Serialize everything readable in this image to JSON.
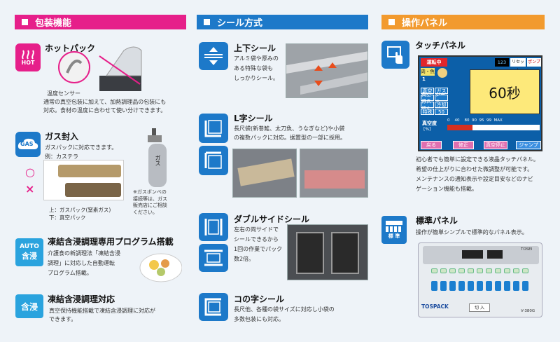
{
  "headers": {
    "packaging": "包装機能",
    "seal": "シール方式",
    "panel": "操作パネル"
  },
  "packaging": {
    "hot": {
      "icon_label": "HOT",
      "title": "ホットパック",
      "caption": "温度センサー",
      "desc1": "通常の真空包装に加えて、加熱調理品の包装にも",
      "desc2": "対応。食材の温度に合わせて使い分けできます。"
    },
    "gas": {
      "icon_label": "GAS",
      "title": "ガス封入",
      "desc1": "ガスパックに対応できます。",
      "desc2": "例：カステラ",
      "cylinder_label": "ガス",
      "note1": "※ガスボンベの",
      "note2": "接続等は、ガス",
      "note3": "販売店にご相談",
      "note4": "ください。",
      "caption1": "上：ガスパック(窒素ガス)",
      "caption2": "下：真空パック",
      "good_mark": "○",
      "bad_mark": "×"
    },
    "auto": {
      "icon_label1": "AUTO",
      "icon_label2": "含浸",
      "title": "凍結含浸調理専用プログラム搭載",
      "desc1": "介護食の新調理法「凍結含浸",
      "desc2": "調理」に対応した自動運転",
      "desc3": "プログラム搭載。"
    },
    "ganshin": {
      "icon_label": "含浸",
      "title": "凍結含浸調理対応",
      "desc1": "真空保持機能搭載で凍結含浸調理に対応が",
      "desc2": "できます。"
    }
  },
  "seal": {
    "updown": {
      "title": "上下シール",
      "desc1": "アルミ袋や厚みの",
      "desc2": "ある特殊な袋も",
      "desc3": "しっかりシール。"
    },
    "l": {
      "title": "L字シール",
      "desc1": "長尺袋(新巻鮭、太刀魚、うなぎなど)や小袋",
      "desc2": "の複数パックに対応。据置型の一部に採用。"
    },
    "double": {
      "title": "ダブルサイドシール",
      "desc1": "左右の両サイドで",
      "desc2": "シールできるから",
      "desc3": "1回の作業でパック",
      "desc4": "数2倍。"
    },
    "ko": {
      "title": "コの字シール",
      "desc1": "長尺他、各種の袋サイズに対応し小袋の",
      "desc2": "多数包装にも対応。"
    }
  },
  "panel": {
    "touch": {
      "title": "タッチパネル",
      "desc1": "初心者でも簡単に設定できる液晶タッチパネル。",
      "desc2": "希望の仕上がりに合わせた微調整が可能です。",
      "desc3": "メンテナンスの通知表示や設定目安などのナビ",
      "desc4": "ゲーション機能も搭載。",
      "screen": {
        "status": "運転中",
        "counter": "123",
        "reset": "リセット",
        "pump": "ポンプ",
        "category": "肉・魚",
        "number": "1",
        "modes": [
          "真空",
          "ガス",
          "真空停止",
          "シール",
          "ガス停止",
          "冷却",
          "特殊",
          "50"
        ],
        "timer": "60秒",
        "vac_label": "真空度",
        "vac_unit": "[%]",
        "scale": "0    40    80  90  95  99  MAX",
        "buttons": [
          "戻る",
          "修正",
          "真空停止",
          "ジャンプ"
        ]
      }
    },
    "std": {
      "icon_label": "標 準",
      "title": "標準パネル",
      "desc": "操作が簡単シンプルで標準的なパネル表示。",
      "brand": "TOSPACK",
      "brand_small": "TOSEI",
      "model": "V-380G",
      "switch": "切  入"
    }
  }
}
